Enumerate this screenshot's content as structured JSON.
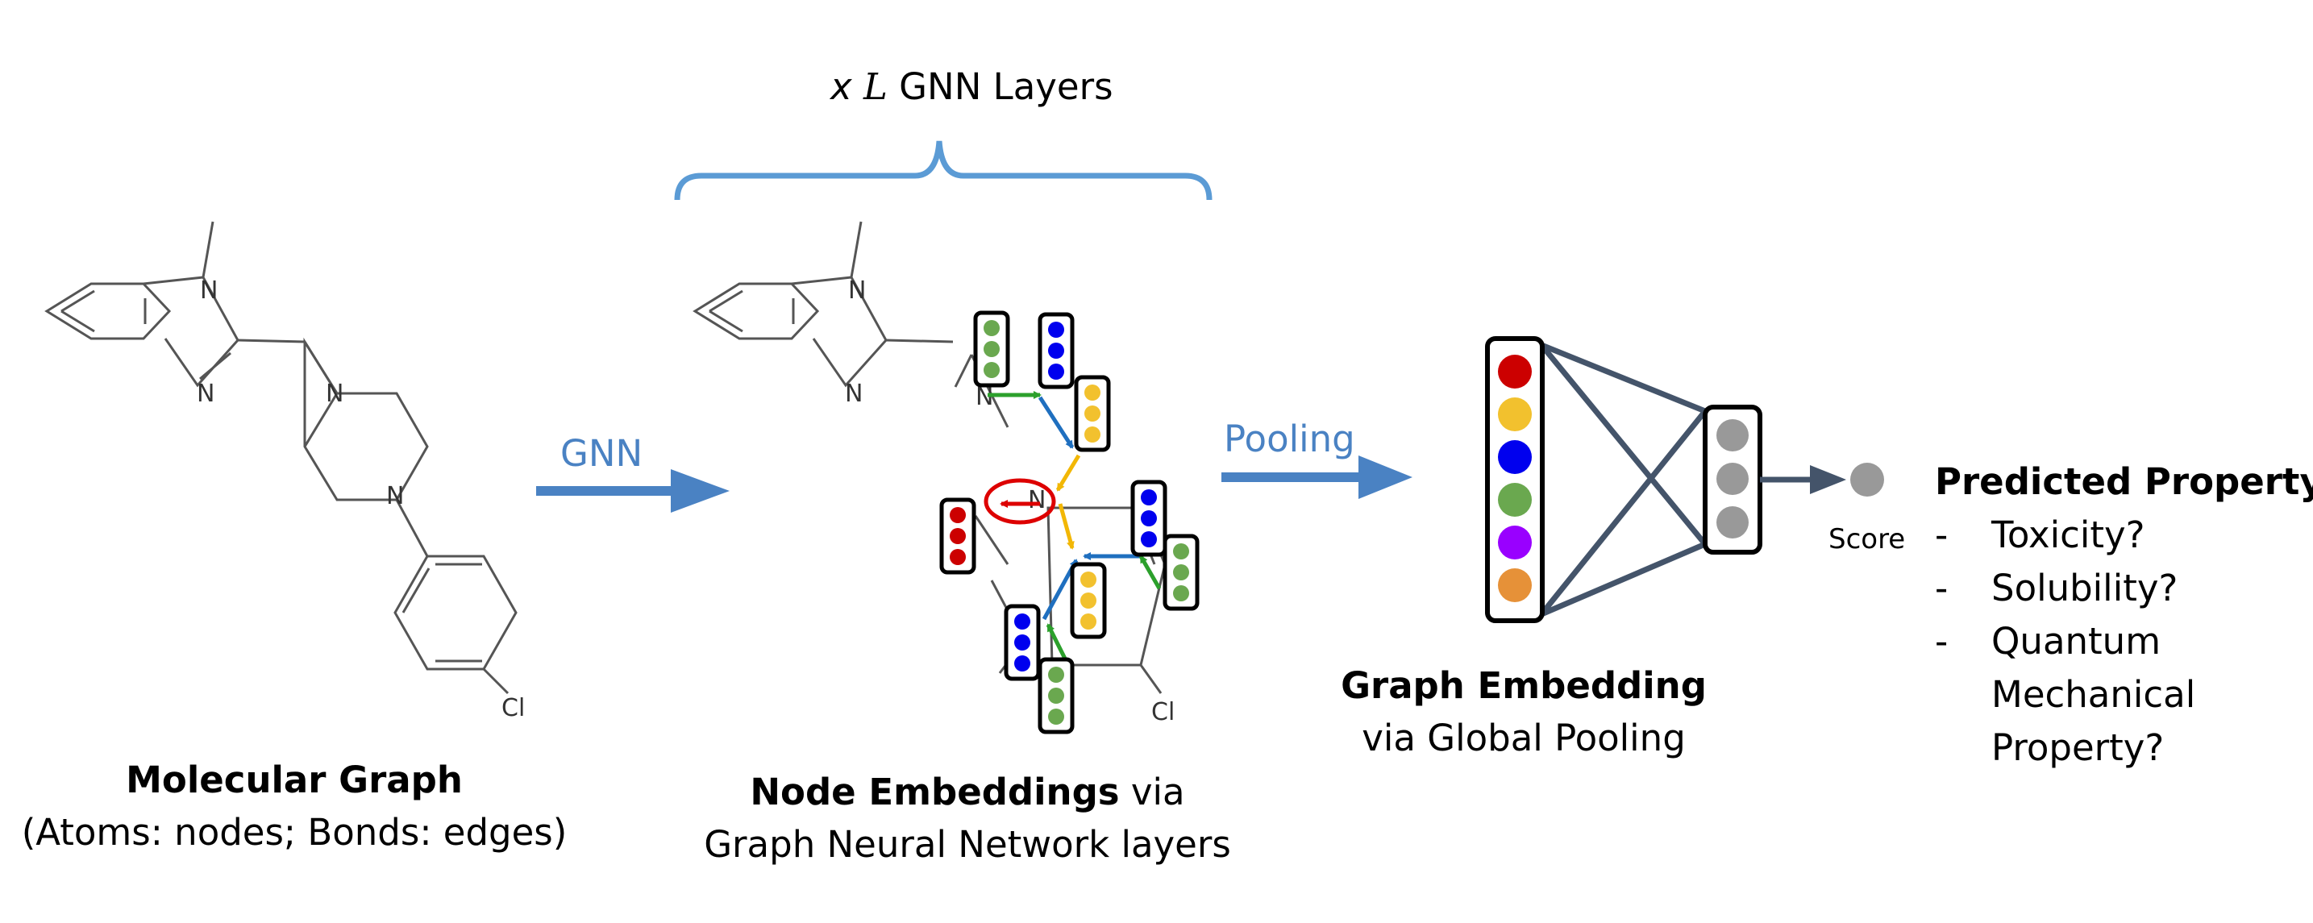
{
  "labels": {
    "layers_x": "x",
    "layers_L": "L",
    "layers_text": "GNN Layers",
    "gnn_arrow": "GNN",
    "pooling_arrow": "Pooling",
    "score": "Score",
    "atom_N": "N",
    "atom_Cl": "Cl"
  },
  "molecular_graph": {
    "title": "Molecular Graph",
    "subtitle": "(Atoms: nodes; Bonds: edges)"
  },
  "node_embeddings": {
    "title": "Node Embeddings",
    "title_suffix": " via",
    "subtitle": "Graph Neural Network layers"
  },
  "graph_embedding": {
    "title": "Graph Embedding",
    "subtitle": "via Global Pooling"
  },
  "predicted_property": {
    "title": "Predicted Property",
    "dash": "-",
    "items": [
      "Toxicity?",
      "Solubility?",
      "Quantum",
      "Mechanical",
      "Property?"
    ]
  },
  "colors": {
    "red": "#cc0000",
    "yellow": "#f2c12e",
    "blue": "#0000ee",
    "green": "#6aa84f",
    "purple": "#9900ff",
    "orange": "#e69138",
    "gray": "#999999",
    "arrow_blue": "#4a82c3",
    "network_line": "#44546a"
  }
}
